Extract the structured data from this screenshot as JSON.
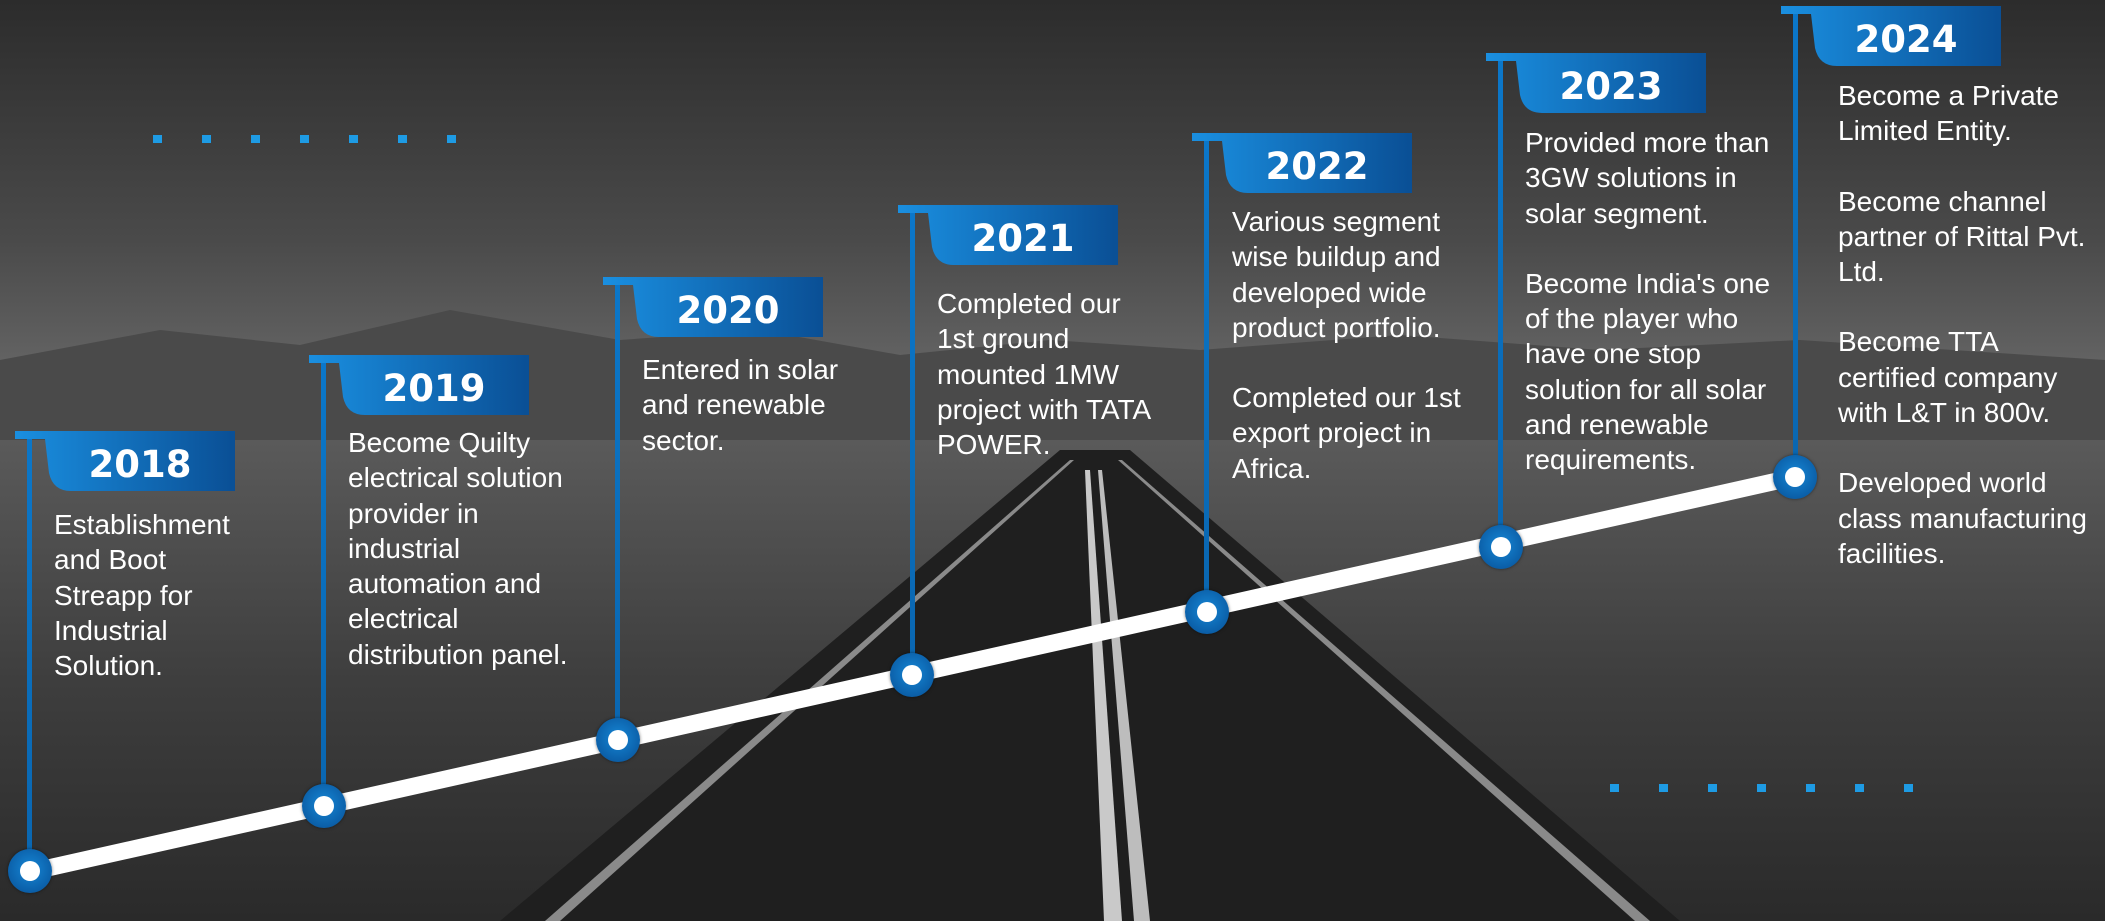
{
  "timeline": {
    "colors": {
      "accent": "#1e9be4",
      "flag_dark": "#0a4f95",
      "flag_light": "#1a8fe0",
      "track": "#ffffff"
    },
    "milestones": [
      {
        "year": "2018",
        "paragraphs": [
          "Establishment and Boot Streapp for Industrial Solution."
        ]
      },
      {
        "year": "2019",
        "paragraphs": [
          "Become Quilty electrical solution provider in industrial automation and electrical distribution panel."
        ]
      },
      {
        "year": "2020",
        "paragraphs": [
          "Entered in solar and renewable sector."
        ]
      },
      {
        "year": "2021",
        "paragraphs": [
          "Completed our 1st ground mounted 1MW project with TATA POWER."
        ]
      },
      {
        "year": "2022",
        "paragraphs": [
          "Various segment wise buildup and developed wide product portfolio.",
          "Completed our 1st export project in Africa."
        ]
      },
      {
        "year": "2023",
        "paragraphs": [
          "Provided more than 3GW solutions in solar segment.",
          "Become India's one of the player who have one stop solution for all solar and renewable requirements."
        ]
      },
      {
        "year": "2024",
        "paragraphs": [
          "Become a Private Limited Entity.",
          "Become channel partner of Rittal Pvt. Ltd.",
          "Become TTA certified company with L&T in 800v.",
          "Developed world class manufacturing facilities."
        ]
      }
    ]
  }
}
